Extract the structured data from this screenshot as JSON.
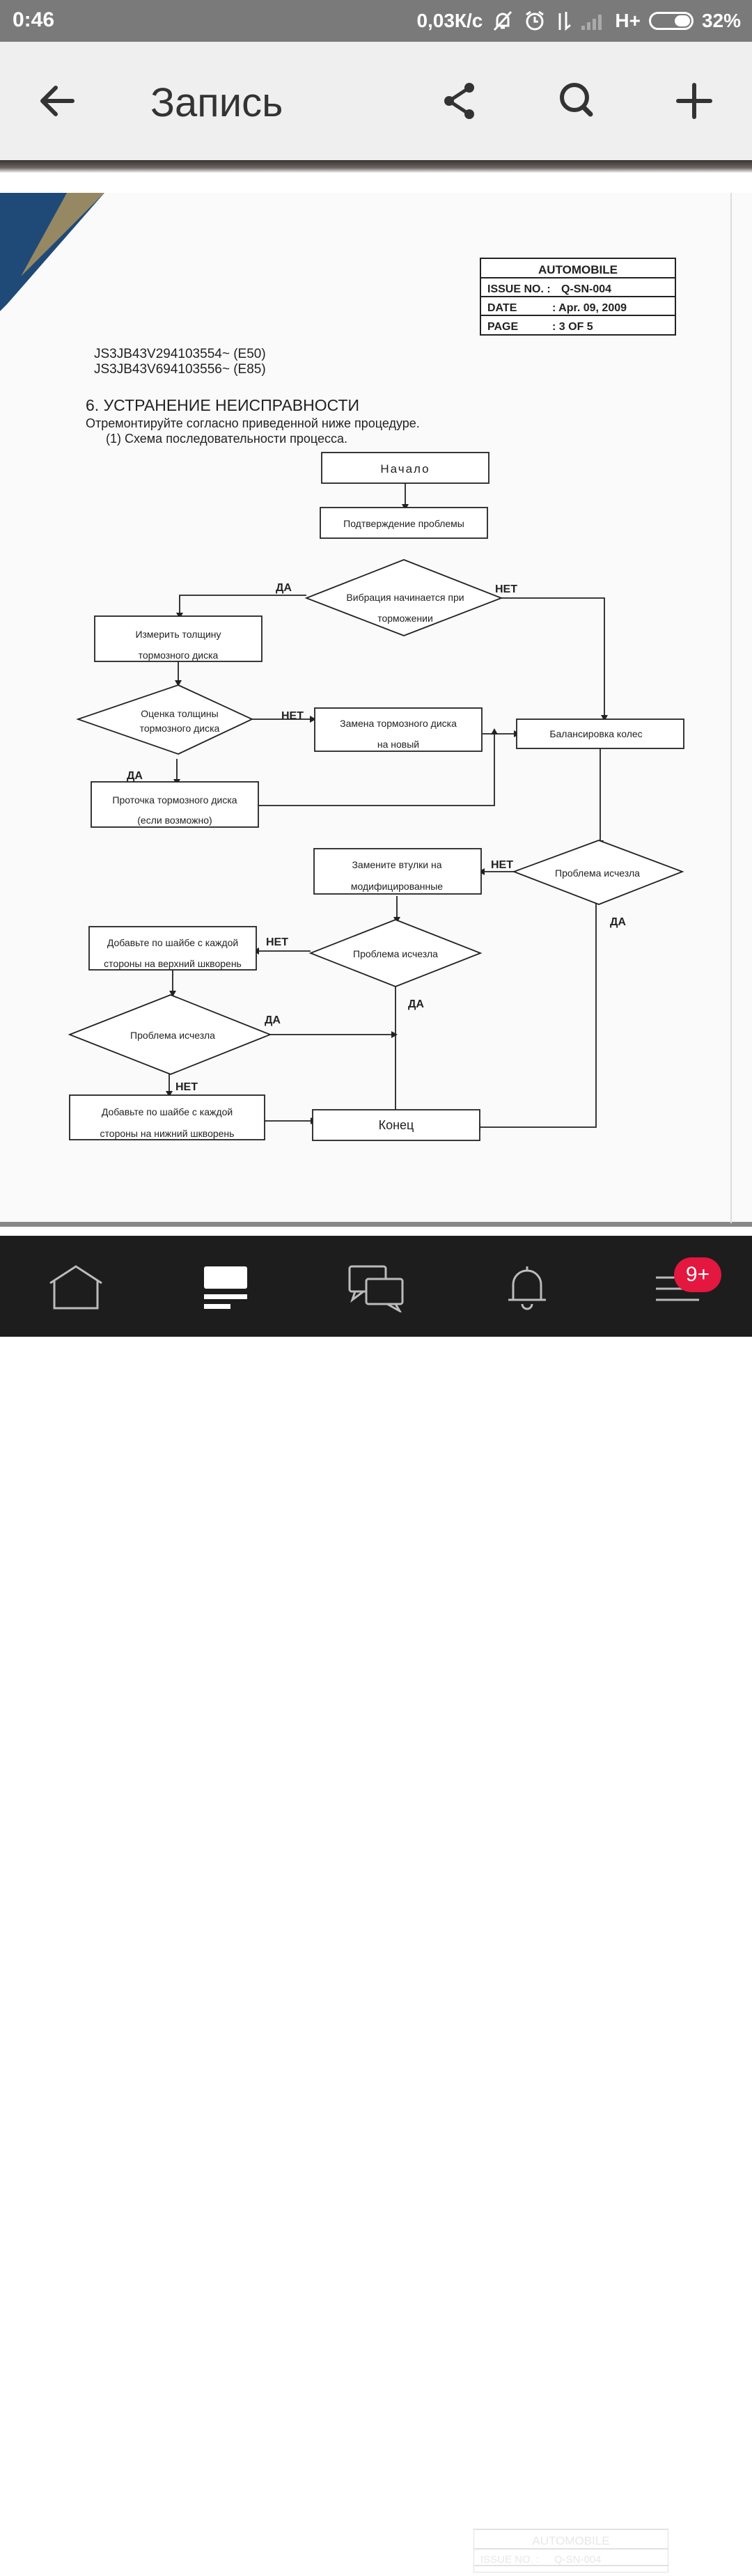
{
  "status_bar": {
    "time": "0:46",
    "network_speed": "0,03К/с",
    "network_type": "H+",
    "battery": "32%"
  },
  "app_bar": {
    "title": "Запись",
    "icons": [
      "back-arrow-icon",
      "share-icon",
      "search-icon",
      "add-icon"
    ]
  },
  "document": {
    "stamp": {
      "header": "AUTOMOBILE",
      "issue_label": "ISSUE NO. :",
      "issue_value": "Q-SN-004",
      "date_label": "DATE",
      "date_value": ": Apr. 09, 2009",
      "page_label": "PAGE",
      "page_value": ": 3 OF 5"
    },
    "vin_lines": [
      "JS3JB43V294103554~ (E50)",
      "JS3JB43V694103556~ (E85)"
    ],
    "section_title": "6. УСТРАНЕНИЕ НЕИСПРАВНОСТИ",
    "intro": "Отремонтируйте согласно приведенной ниже процедуре.",
    "subtitle": "(1) Схема последовательности процесса.",
    "flow": {
      "start": "Начало",
      "confirm": "Подтверждение проблемы",
      "vibration_1": "Вибрация начинается при",
      "vibration_2": "торможении",
      "measure_1": "Измерить толщину",
      "measure_2": "тормозного диска",
      "evaluate_1": "Оценка толщины",
      "evaluate_2": "тормозного диска",
      "replace_disc_1": "Замена тормозного диска",
      "replace_disc_2": "на новый",
      "balance": "Балансировка колес",
      "machining_1": "Проточка тормозного диска",
      "machining_2": "(если возможно)",
      "problem_gone": "Проблема исчезла",
      "bushings_1": "Замените втулки на",
      "bushings_2": "модифицированные",
      "washer_upper_1": "Добавьте по шайбе с каждой",
      "washer_upper_2": "стороны на верхний шкворень",
      "washer_lower_1": "Добавьте по шайбе с каждой",
      "washer_lower_2": "стороны на нижний шкворень",
      "end": "Конец",
      "yes": "ДА",
      "no": "НЕТ"
    }
  },
  "bottom_nav": {
    "items": [
      "home-icon",
      "feed-icon",
      "messages-icon",
      "notifications-icon",
      "menu-icon"
    ],
    "badge": "9+"
  }
}
